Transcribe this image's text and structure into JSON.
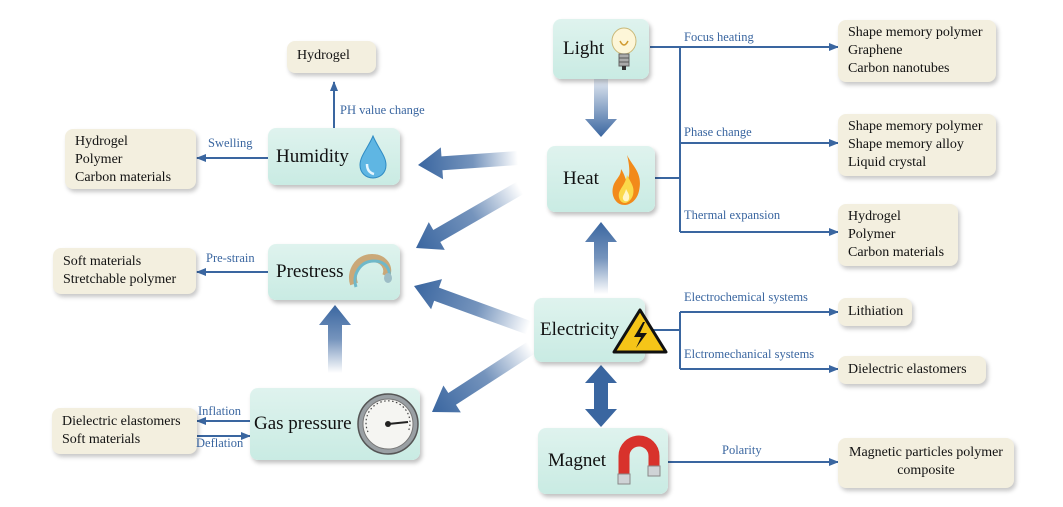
{
  "nodes": {
    "light": "Light",
    "heat": "Heat",
    "humidity": "Humidity",
    "prestress": "Prestress",
    "electricity": "Electricity",
    "gas_pressure": "Gas pressure",
    "magnet": "Magnet"
  },
  "materials": {
    "hydrogel_top": [
      "Hydrogel"
    ],
    "humidity_materials": [
      "Hydrogel",
      "Polymer",
      "Carbon materials"
    ],
    "prestress_materials": [
      "Soft materials",
      "Stretchable polymer"
    ],
    "gas_materials": [
      "Dielectric elastomers",
      "Soft materials"
    ],
    "focus_materials": [
      "Shape memory polymer",
      "Graphene",
      "Carbon nanotubes"
    ],
    "phase_materials": [
      "Shape memory polymer",
      "Shape memory alloy",
      "Liquid crystal"
    ],
    "thermal_materials": [
      "Hydrogel",
      "Polymer",
      "Carbon materials"
    ],
    "electrochem_materials": [
      "Lithiation"
    ],
    "electromech_materials": [
      "Dielectric elastomers"
    ],
    "magnet_materials": [
      "Magnetic particles polymer",
      "composite"
    ]
  },
  "edges": {
    "focus_heating": "Focus heating",
    "phase_change": "Phase change",
    "thermal_expansion": "Thermal expansion",
    "ph_value_change": "PH value change",
    "swelling": "Swelling",
    "pre_strain": "Pre-strain",
    "inflation": "Inflation",
    "deflation": "Deflation",
    "electrochemical": "Electrochemical systems",
    "electromechanical": "Elctromechanical systems",
    "polarity": "Polarity"
  },
  "colors": {
    "arrow_blue": "#3a66a0",
    "node_fill": "#d4efe8",
    "note_fill": "#f3efdf"
  },
  "icons": [
    "bulb-icon",
    "flame-icon",
    "water-drop-icon",
    "rolled-sheet-icon",
    "high-voltage-icon",
    "pressure-gauge-icon",
    "horseshoe-magnet-icon"
  ]
}
